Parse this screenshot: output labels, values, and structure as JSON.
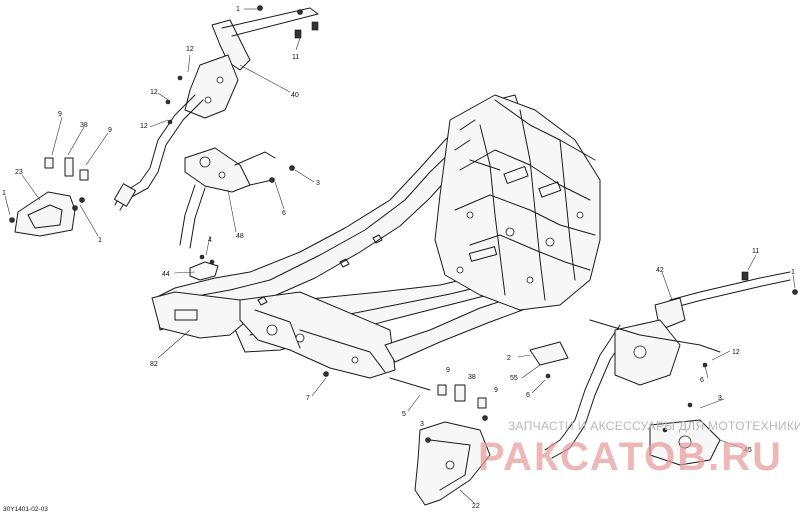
{
  "diagram": {
    "code": "30Y1401-02-03",
    "callouts": [
      "1",
      "11",
      "12",
      "12",
      "12",
      "40",
      "9",
      "38",
      "9",
      "23",
      "1",
      "1",
      "3",
      "6",
      "48",
      "4",
      "44",
      "82",
      "2",
      "55",
      "6",
      "7",
      "5",
      "9",
      "38",
      "9",
      "3",
      "22",
      "42",
      "11",
      "1",
      "12",
      "3",
      "6",
      "45"
    ],
    "watermark": {
      "text": "ЗАПЧАСТИ И АКСЕССУАРЫ ДЛЯ МОТОТЕХНИКИ",
      "logo": "РАКСАТОВ.RU"
    }
  }
}
